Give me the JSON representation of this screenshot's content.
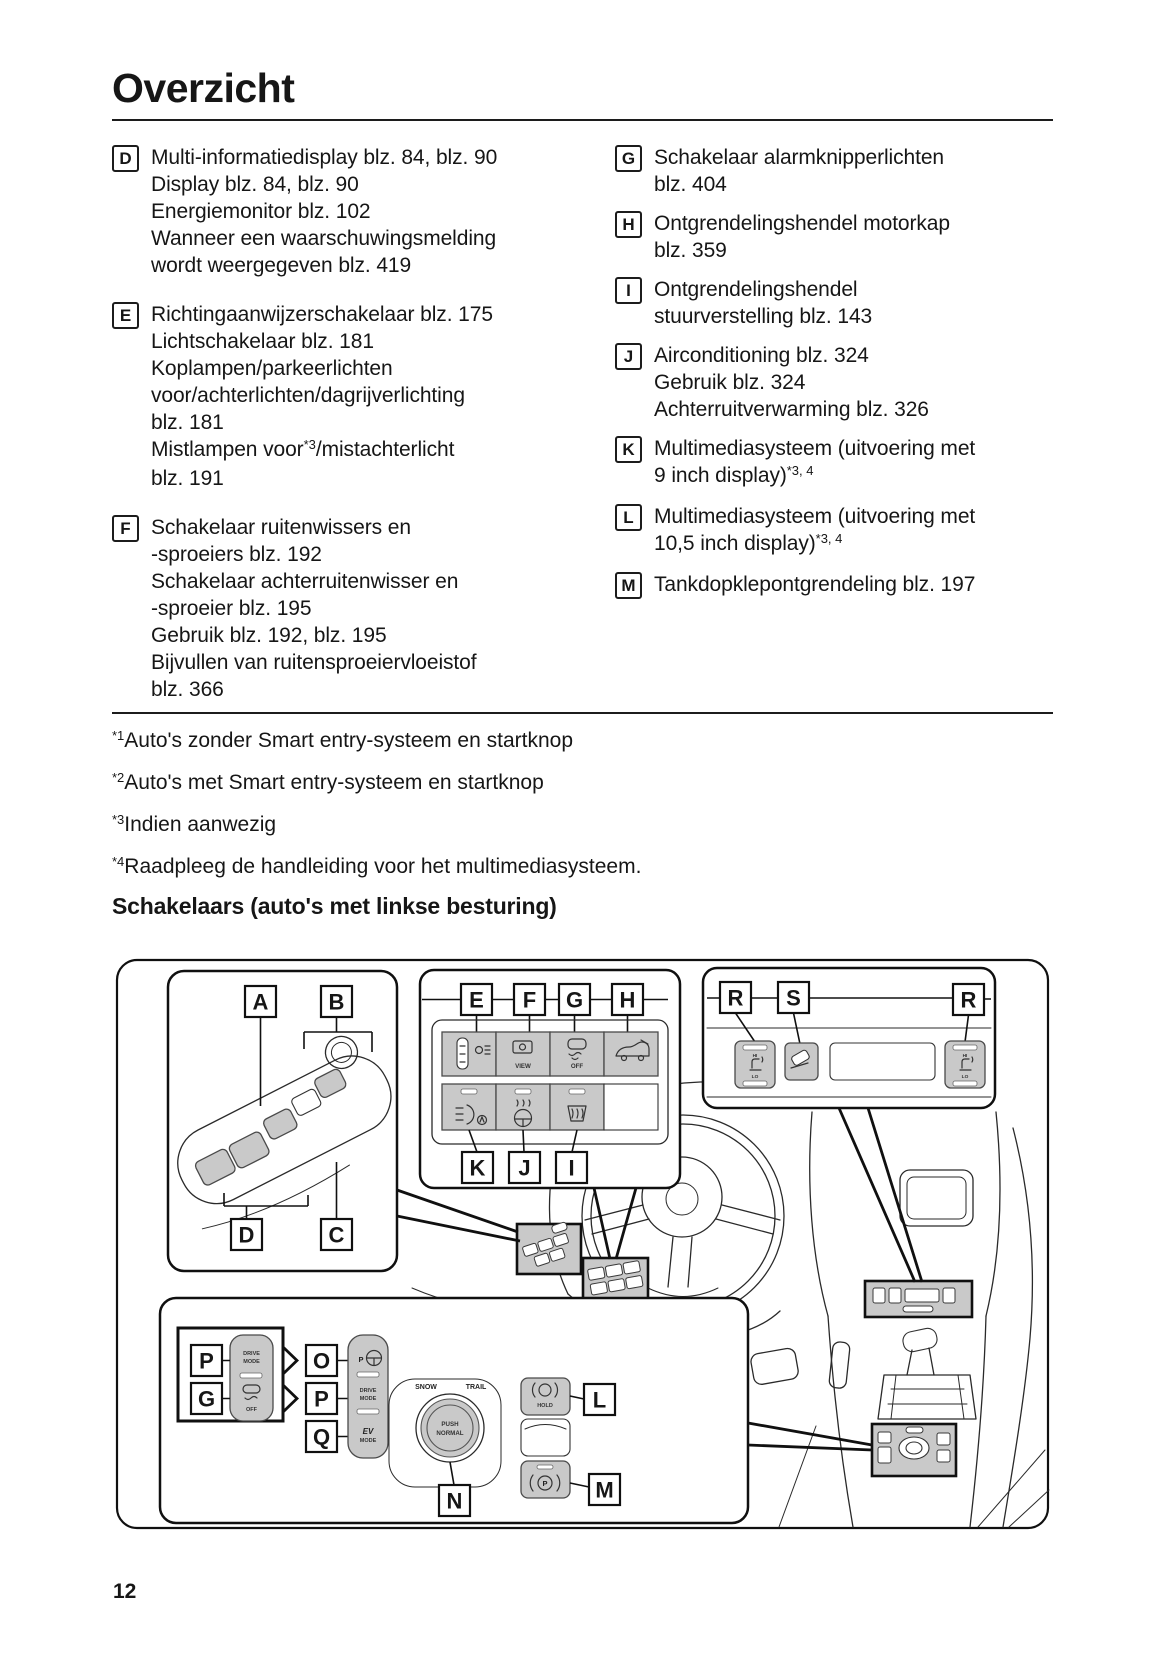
{
  "page": {
    "title": "Overzicht",
    "page_number": "12",
    "section_heading": "Schakelaars (auto's met linkse besturing)"
  },
  "legend": {
    "left": [
      {
        "label": "D",
        "lines": [
          {
            "text": "Multi-informatiedisplay blz. 84, blz. 90"
          },
          {
            "text": "Display blz. 84, blz. 90"
          },
          {
            "text": "Energiemonitor blz. 102"
          },
          {
            "text": "Wanneer een waarschuwingsmelding"
          },
          {
            "text": "wordt weergegeven blz. 419"
          }
        ]
      },
      {
        "label": "E",
        "lines": [
          {
            "text": "Richtingaanwijzerschakelaar blz. 175"
          },
          {
            "text": "Lichtschakelaar blz. 181"
          },
          {
            "text": "Koplampen/parkeerlichten"
          },
          {
            "text": "voor/achterlichten/dagrijverlichting"
          },
          {
            "text": "blz. 181"
          },
          {
            "pre": "Mistlampen voor",
            "sup": "*3",
            "post": "/mistachterlicht"
          },
          {
            "text": "blz. 191"
          }
        ]
      },
      {
        "label": "F",
        "lines": [
          {
            "text": "Schakelaar ruitenwissers en"
          },
          {
            "text": "-sproeiers blz. 192"
          },
          {
            "text": "Schakelaar achterruitenwisser en"
          },
          {
            "text": "-sproeier blz. 195"
          },
          {
            "text": "Gebruik blz. 192, blz. 195"
          },
          {
            "text": "Bijvullen van ruitensproeiervloeistof"
          },
          {
            "text": "blz. 366"
          }
        ]
      }
    ],
    "right": [
      {
        "label": "G",
        "lines": [
          {
            "text": "Schakelaar alarmknipperlichten"
          },
          {
            "text": "blz. 404"
          }
        ]
      },
      {
        "label": "H",
        "lines": [
          {
            "text": "Ontgrendelingshendel motorkap"
          },
          {
            "text": "blz. 359"
          }
        ]
      },
      {
        "label": "I",
        "lines": [
          {
            "text": "Ontgrendelingshendel"
          },
          {
            "text": "stuurverstelling blz. 143"
          }
        ]
      },
      {
        "label": "J",
        "lines": [
          {
            "text": "Airconditioning blz. 324"
          },
          {
            "text": "Gebruik blz. 324"
          },
          {
            "text": "Achterruitverwarming blz. 326"
          }
        ]
      },
      {
        "label": "K",
        "lines": [
          {
            "text": "Multimediasysteem (uitvoering met"
          },
          {
            "pre": "9 inch display)",
            "sup": "*3, 4",
            "post": ""
          }
        ]
      },
      {
        "label": "L",
        "lines": [
          {
            "text": "Multimediasysteem (uitvoering met"
          },
          {
            "pre": "10,5 inch display)",
            "sup": "*3, 4",
            "post": ""
          }
        ]
      },
      {
        "label": "M",
        "lines": [
          {
            "text": "Tankdopklepontgrendeling blz. 197"
          }
        ]
      }
    ]
  },
  "footnotes": [
    {
      "sup": "*1",
      "text": "Auto's zonder Smart entry-systeem en startknop"
    },
    {
      "sup": "*2",
      "text": "Auto's met Smart entry-systeem en startknop"
    },
    {
      "sup": "*3",
      "text": "Indien aanwezig"
    },
    {
      "sup": "*4",
      "text": "Raadpleeg de handleiding voor het multimediasysteem."
    }
  ],
  "diagram": {
    "door": {
      "a": "A",
      "b": "B",
      "c": "C",
      "d": "D"
    },
    "panel": {
      "e": "E",
      "f": "F",
      "g": "G",
      "h": "H",
      "i": "I",
      "j": "J",
      "k": "K"
    },
    "heater": {
      "r1": "R",
      "s": "S",
      "r2": "R"
    },
    "console": {
      "p1": "P",
      "g": "G",
      "o": "O",
      "p2": "P",
      "q": "Q",
      "n": "N",
      "l": "L",
      "m": "M"
    },
    "words": {
      "view": "VIEW",
      "off": "OFF",
      "hi": "HI",
      "lo": "LO",
      "drive": "DRIVE",
      "mode": "MODE",
      "ev": "EV",
      "snow": "SNOW",
      "trail": "TRAIL",
      "push": "PUSH",
      "normal": "NORMAL",
      "hold": "HOLD"
    }
  }
}
